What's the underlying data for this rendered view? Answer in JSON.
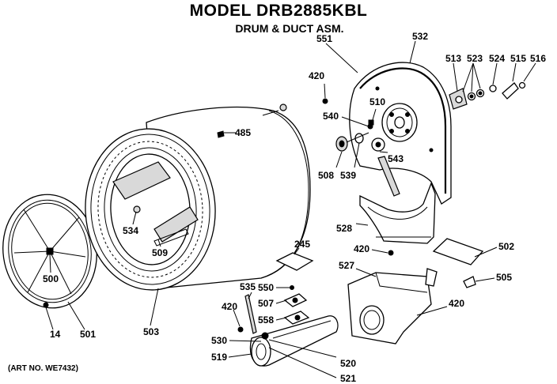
{
  "header": {
    "model_title": "MODEL DRB2885KBL",
    "subtitle": "DRUM & DUCT ASM."
  },
  "footer": {
    "art_no": "(ART NO. WE7432)"
  },
  "parts": [
    {
      "id": "label-420-a",
      "text": "420"
    },
    {
      "id": "label-551",
      "text": "551"
    },
    {
      "id": "label-532",
      "text": "532"
    },
    {
      "id": "label-513",
      "text": "513"
    },
    {
      "id": "label-523",
      "text": "523"
    },
    {
      "id": "label-524",
      "text": "524"
    },
    {
      "id": "label-515",
      "text": "515"
    },
    {
      "id": "label-516",
      "text": "516"
    },
    {
      "id": "label-510",
      "text": "510"
    },
    {
      "id": "label-540",
      "text": "540"
    },
    {
      "id": "label-485",
      "text": "485"
    },
    {
      "id": "label-543",
      "text": "543"
    },
    {
      "id": "label-508",
      "text": "508"
    },
    {
      "id": "label-539",
      "text": "539"
    },
    {
      "id": "label-528",
      "text": "528"
    },
    {
      "id": "label-534",
      "text": "534"
    },
    {
      "id": "label-509",
      "text": "509"
    },
    {
      "id": "label-500",
      "text": "500"
    },
    {
      "id": "label-420-b",
      "text": "420"
    },
    {
      "id": "label-502",
      "text": "502"
    },
    {
      "id": "label-245",
      "text": "245"
    },
    {
      "id": "label-527",
      "text": "527"
    },
    {
      "id": "label-505",
      "text": "505"
    },
    {
      "id": "label-535",
      "text": "535"
    },
    {
      "id": "label-550",
      "text": "550"
    },
    {
      "id": "label-507",
      "text": "507"
    },
    {
      "id": "label-420-c",
      "text": "420"
    },
    {
      "id": "label-420-d",
      "text": "420"
    },
    {
      "id": "label-558",
      "text": "558"
    },
    {
      "id": "label-530",
      "text": "530"
    },
    {
      "id": "label-519",
      "text": "519"
    },
    {
      "id": "label-520",
      "text": "520"
    },
    {
      "id": "label-521",
      "text": "521"
    },
    {
      "id": "label-14",
      "text": "14"
    },
    {
      "id": "label-501",
      "text": "501"
    },
    {
      "id": "label-503",
      "text": "503"
    }
  ]
}
